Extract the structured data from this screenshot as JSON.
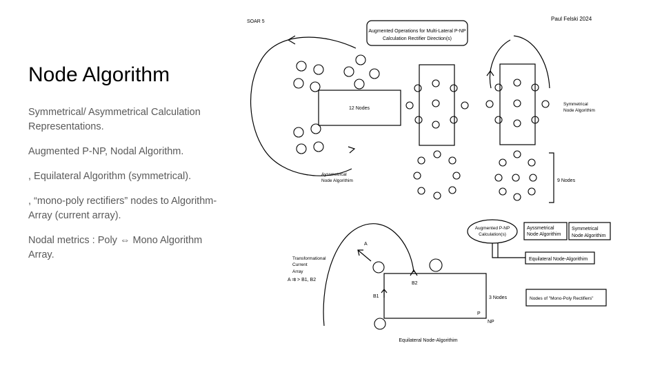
{
  "slide": {
    "title": "Node Algorithm",
    "bullets": [
      "Symmetrical/ Asymmetrical Calculation Representations.",
      "Augmented P-NP, Nodal Algorithm.",
      ", Equilateral Algorithm (symmetrical).",
      ", “mono-poly rectifiers” nodes to Algorithm-Array (current array).",
      "Nodal metrics : Poly ⇔ Mono Algorithm Array."
    ]
  },
  "diagram": {
    "soar_label": "SOAR 5",
    "author": "Paul Felski 2024",
    "header_box": [
      "Augmented Operations for Multi-Lateral P-NP",
      "Calculation Rectifier Direction(s)"
    ],
    "twelve_nodes": "12 Nodes",
    "asym_label": [
      "Ayssmetrical",
      "Node Algorithim"
    ],
    "sym_label": [
      "Symmetrical",
      "Node Algorithim"
    ],
    "nine_nodes": "9 Nodes",
    "aug_ellipse": [
      "Augmented P-NP",
      "Calculation(s)"
    ],
    "asym_box": [
      "Ayssmetrical",
      "Node Algorithim"
    ],
    "sym_box": [
      "Symmetrical",
      "Node Algorithim"
    ],
    "equilateral_box": "Equilateral Node-Algorithim",
    "mono_poly_box": "Nodes of \"Mono-Poly Rectifiers\"",
    "transformational": [
      "Transformational",
      "Current",
      "Array",
      "A ⇉ > B1, B2"
    ],
    "label_a": "A",
    "label_b1": "B1",
    "label_b2": "B2",
    "three_nodes": "3 Nodes",
    "label_p": "P",
    "label_np": "NP",
    "equilateral_caption": "Equilateral Node-Algorithim"
  }
}
